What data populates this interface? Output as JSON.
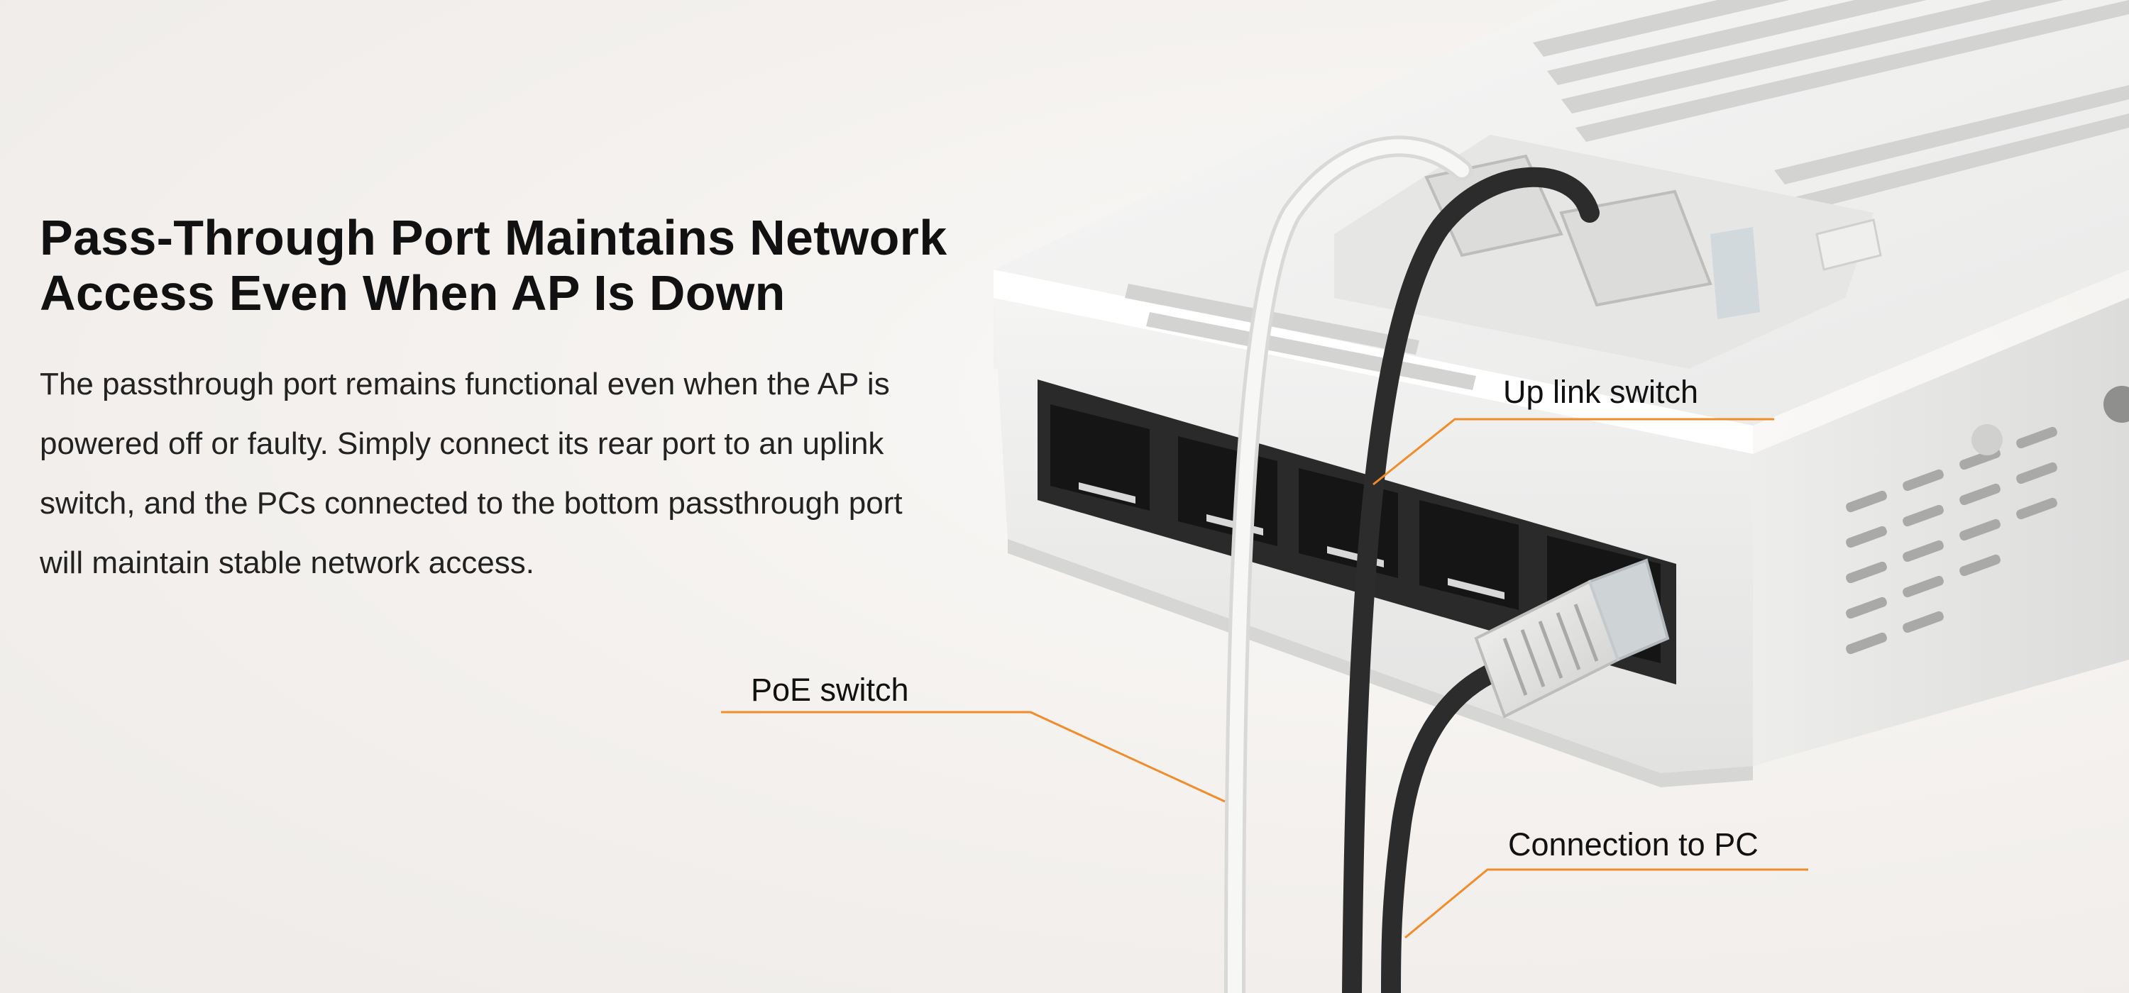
{
  "headline": {
    "line1": "Pass-Through Port Maintains Network",
    "line2": "Access Even When AP Is Down"
  },
  "body": "The passthrough port remains functional even when the AP is powered off or faulty. Simply connect its rear port to an uplink switch, and the PCs connected to the bottom passthrough port will maintain stable network access.",
  "callouts": {
    "uplink": "Up link switch",
    "poe": "PoE switch",
    "pc": "Connection to PC"
  },
  "accent_color": "#f08c2a"
}
